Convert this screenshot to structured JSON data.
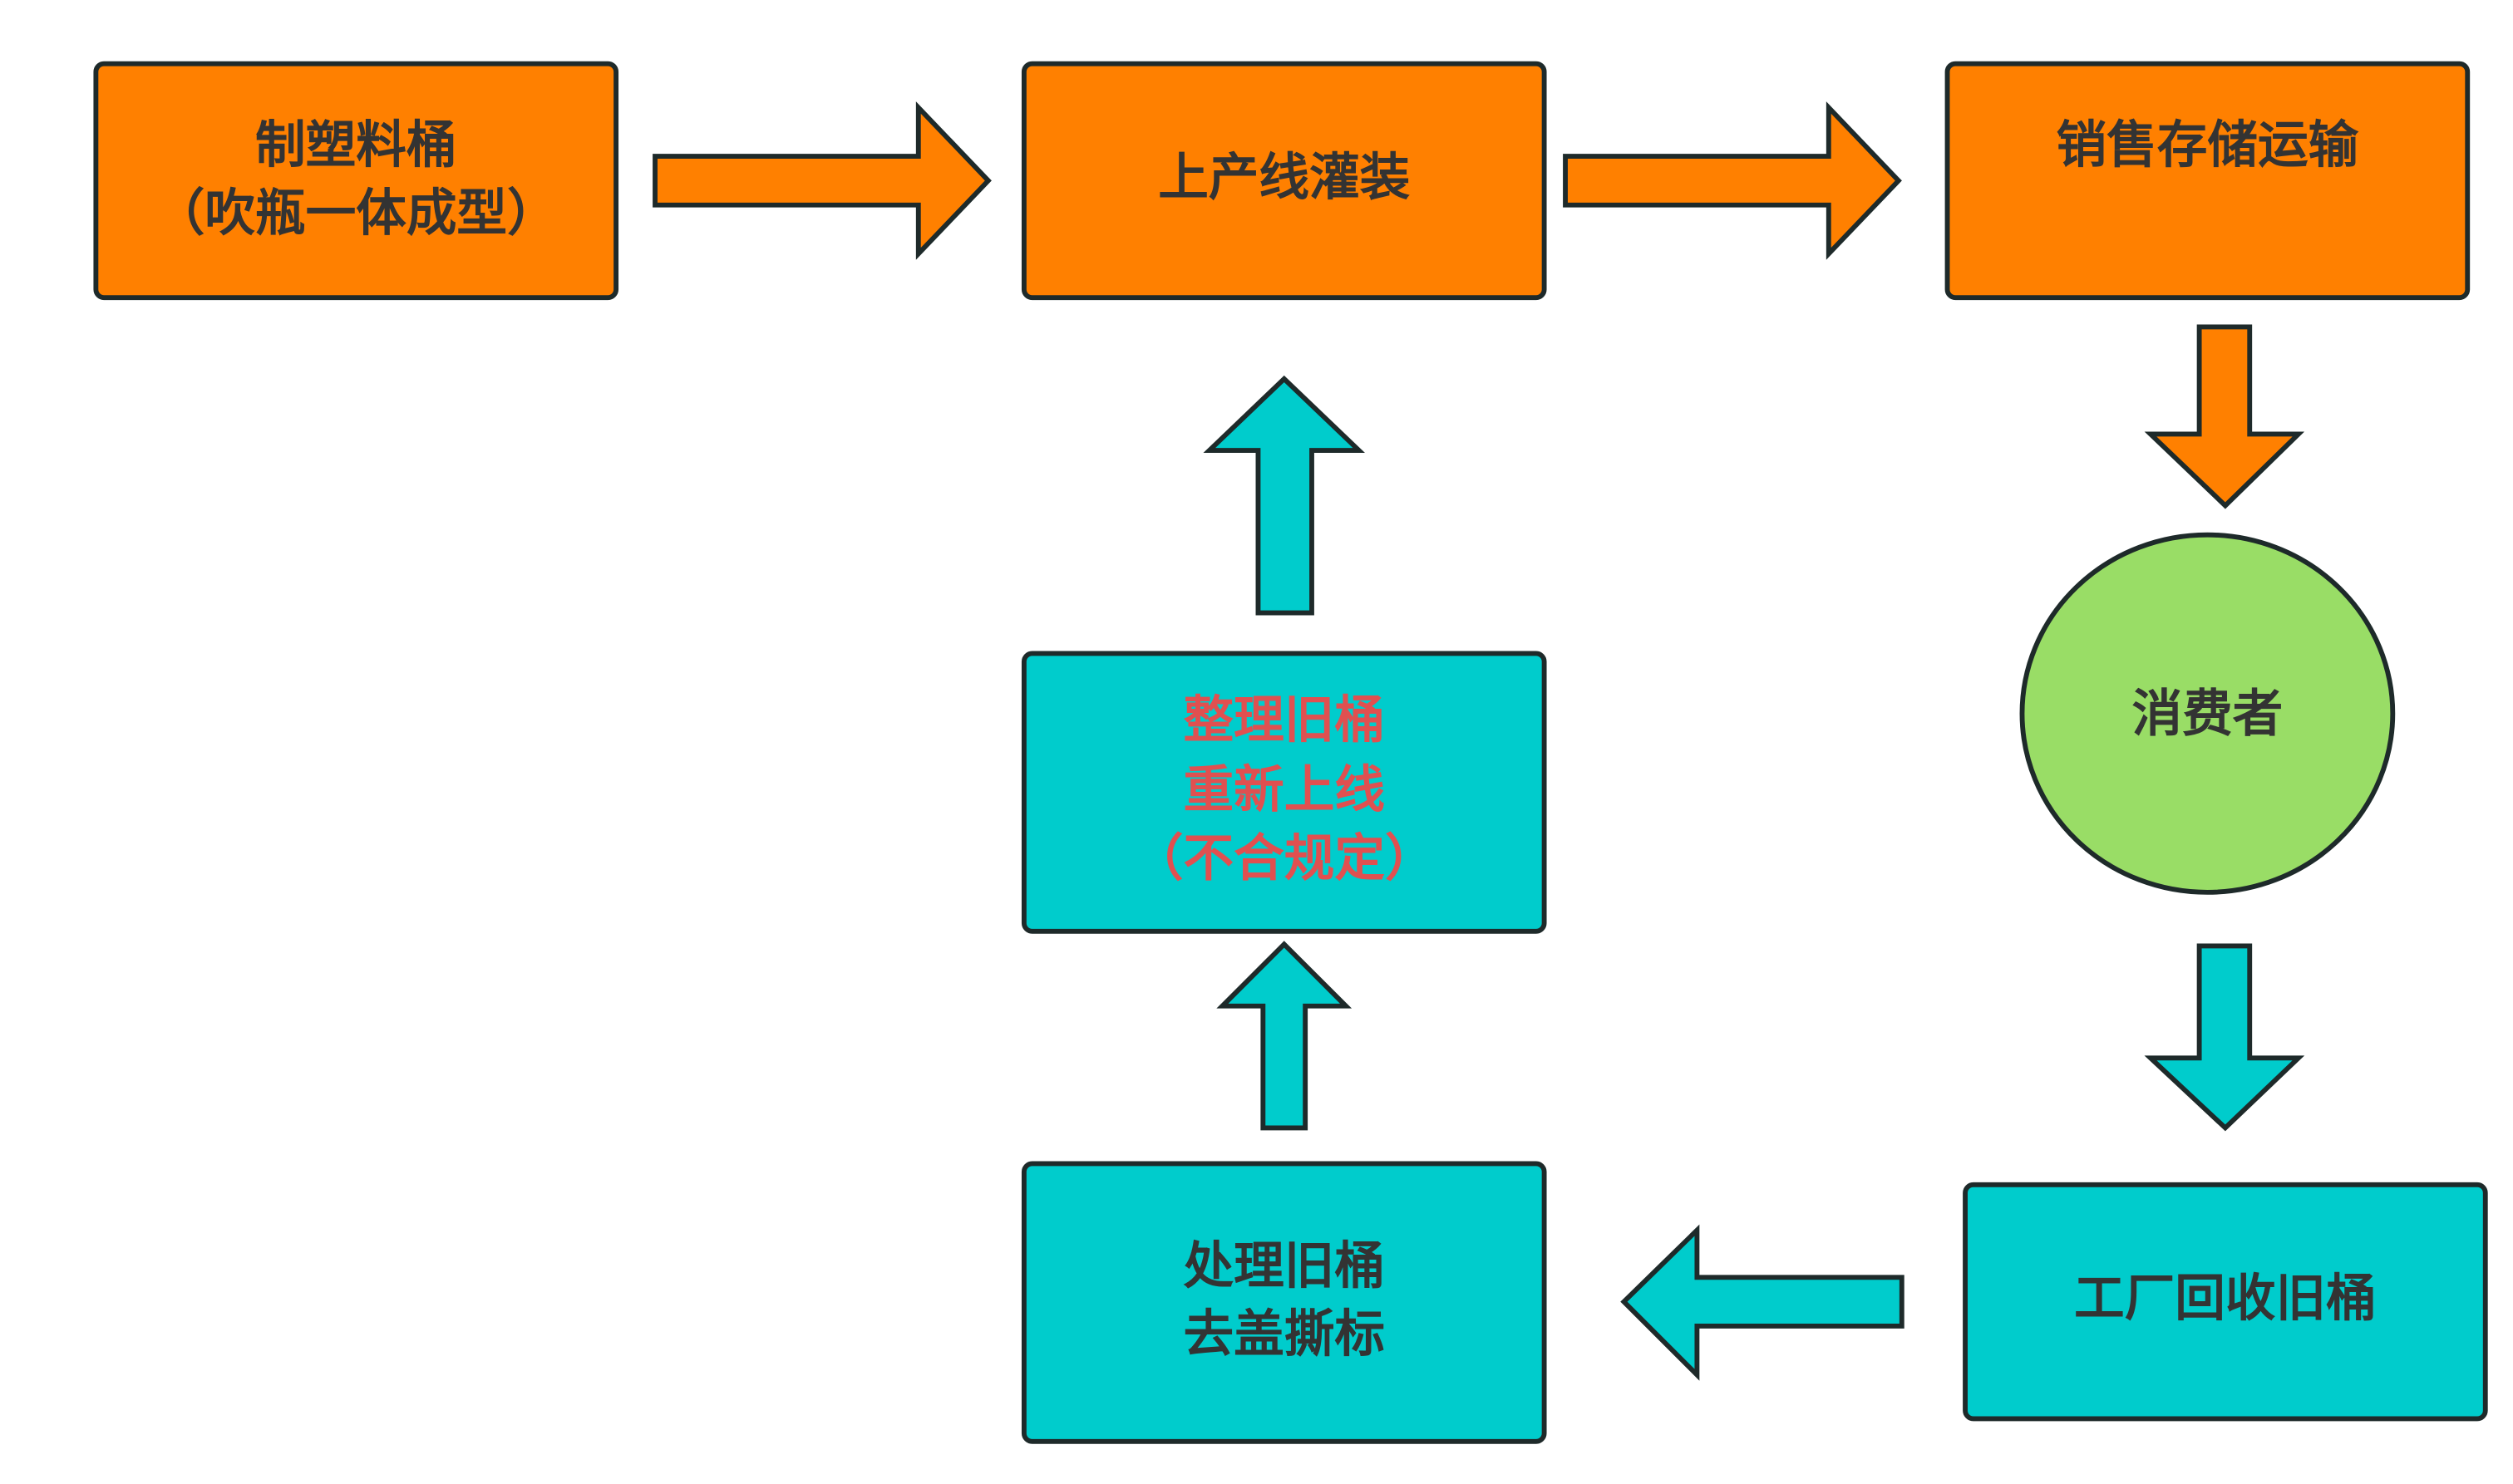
{
  "colors": {
    "orange": "#FF8000",
    "teal": "#00CCCC",
    "green": "#99DD66",
    "stroke": "#1E2A2A",
    "text_dark": "#333333",
    "text_red": "#E05050"
  },
  "nodes": {
    "make_bucket": {
      "line1": "制塑料桶",
      "line2": "（吹瓶一体成型）"
    },
    "filling": {
      "line1": "上产线灌装"
    },
    "sales": {
      "line1": "销售存储运输"
    },
    "consumer": {
      "line1": "消费者"
    },
    "recycle": {
      "line1": "工厂回收旧桶"
    },
    "process_old": {
      "line1": "处理旧桶",
      "line2": "去盖撕标"
    },
    "relaunch": {
      "line1": "整理旧桶",
      "line2": "重新上线",
      "line3": "（不合规定）"
    }
  }
}
